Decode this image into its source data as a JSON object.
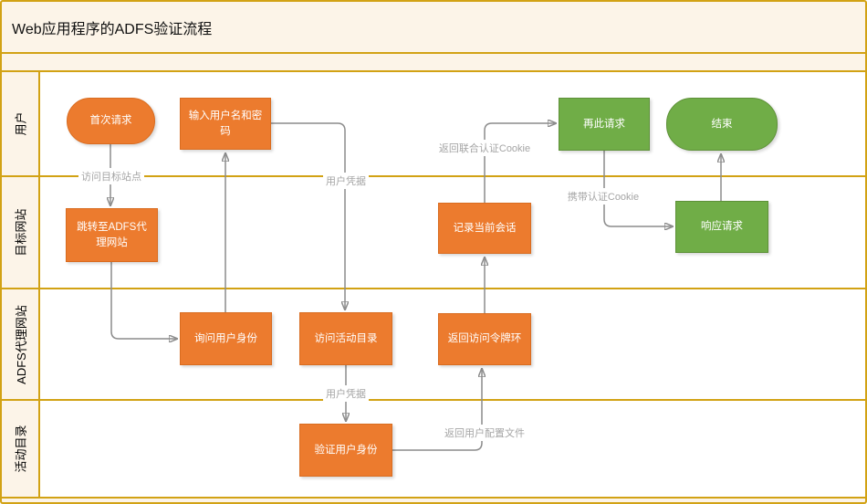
{
  "diagram": {
    "title": "Web应用程序的ADFS验证流程",
    "type": "swimlane-flowchart",
    "lanes": [
      {
        "label": "用户"
      },
      {
        "label": "目标网站"
      },
      {
        "label": "ADFS代理网站"
      },
      {
        "label": "活动目录"
      }
    ],
    "nodes": [
      {
        "id": "first-request",
        "label": "首次请求",
        "shape": "terminator",
        "lane": "用户",
        "color": "orange"
      },
      {
        "id": "enter-credentials",
        "label": "输入用户名和密码",
        "shape": "process",
        "lane": "用户",
        "color": "orange"
      },
      {
        "id": "request-again",
        "label": "再此请求",
        "shape": "process",
        "lane": "用户",
        "color": "green"
      },
      {
        "id": "end",
        "label": "结束",
        "shape": "terminator",
        "lane": "用户",
        "color": "green"
      },
      {
        "id": "redirect-to-adfs",
        "label": "跳转至ADFS代理网站",
        "shape": "process",
        "lane": "目标网站",
        "color": "orange"
      },
      {
        "id": "record-session",
        "label": "记录当前会话",
        "shape": "process",
        "lane": "目标网站",
        "color": "orange"
      },
      {
        "id": "respond-request",
        "label": "响应请求",
        "shape": "process",
        "lane": "目标网站",
        "color": "green"
      },
      {
        "id": "ask-user-identity",
        "label": "询问用户身份",
        "shape": "process",
        "lane": "ADFS代理网站",
        "color": "orange"
      },
      {
        "id": "access-active-directory",
        "label": "访问活动目录",
        "shape": "process",
        "lane": "ADFS代理网站",
        "color": "orange"
      },
      {
        "id": "return-access-token",
        "label": "返回访问令牌环",
        "shape": "process",
        "lane": "ADFS代理网站",
        "color": "orange"
      },
      {
        "id": "verify-user-identity",
        "label": "验证用户身份",
        "shape": "process",
        "lane": "活动目录",
        "color": "orange"
      }
    ],
    "edges": [
      {
        "from": "first-request",
        "to": "redirect-to-adfs",
        "label": "访问目标站点"
      },
      {
        "from": "redirect-to-adfs",
        "to": "ask-user-identity",
        "label": ""
      },
      {
        "from": "ask-user-identity",
        "to": "enter-credentials",
        "label": ""
      },
      {
        "from": "enter-credentials",
        "to": "access-active-directory",
        "label": "用户凭据"
      },
      {
        "from": "access-active-directory",
        "to": "verify-user-identity",
        "label": "用户凭据"
      },
      {
        "from": "verify-user-identity",
        "to": "return-access-token",
        "label": "返回用户配置文件"
      },
      {
        "from": "return-access-token",
        "to": "record-session",
        "label": ""
      },
      {
        "from": "record-session",
        "to": "request-again",
        "label": "返回联合认证Cookie"
      },
      {
        "from": "request-again",
        "to": "respond-request",
        "label": "携带认证Cookie"
      },
      {
        "from": "respond-request",
        "to": "end",
        "label": ""
      }
    ],
    "colors": {
      "frame_gold": "#D2A214",
      "band_cream": "#FCF4E8",
      "canvas_white": "#FFFFFF",
      "node_orange": "#EC7B2E",
      "node_orange_border": "#D96C20",
      "node_green": "#70AD47",
      "node_green_border": "#5E9138",
      "node_text": "#FFFFFF",
      "connector_gray": "#8C8C8C",
      "edge_label_gray": "#A5A5A5",
      "title_text": "#111111"
    }
  }
}
